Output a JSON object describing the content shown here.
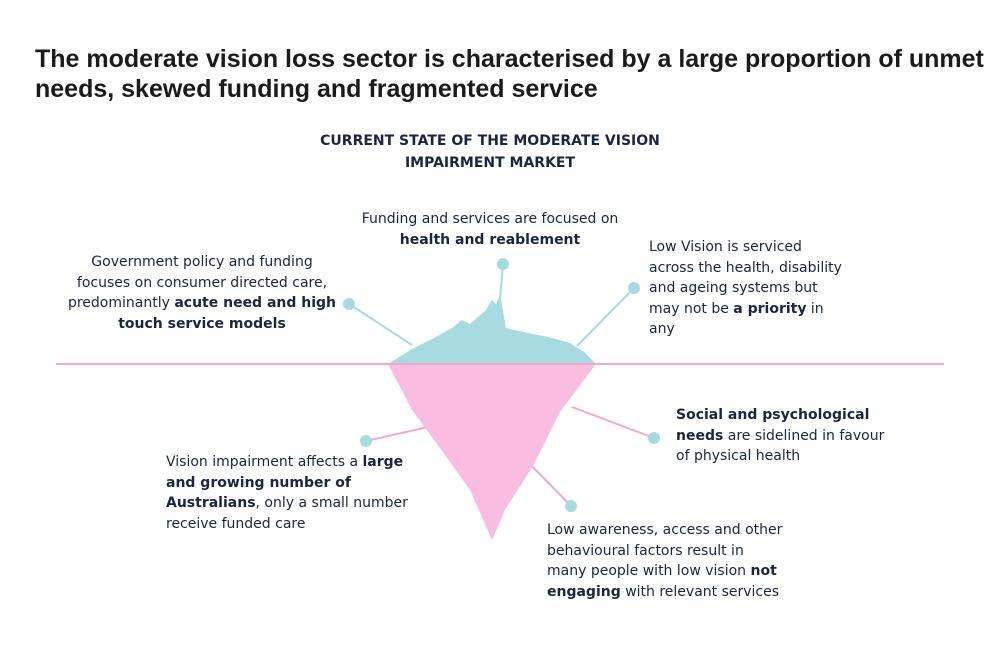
{
  "slide": {
    "title": "The moderate vision loss sector is characterised by a large proportion of unmet needs, skewed funding and fragmented service"
  },
  "diagram": {
    "title": "CURRENT STATE OF THE MODERATE VISION IMPAIRMENT MARKET",
    "colors": {
      "iceberg_top": "#a8dbe0",
      "iceberg_bottom": "#f8bde0",
      "waterline": "#f2a9cf",
      "connector_top": "#a8dbe0",
      "connector_bottom": "#f2a9cf",
      "dot": "#a8dbe0",
      "text": "#1c2540"
    },
    "callouts": {
      "top": {
        "pre": "Funding and services are focused on ",
        "bold": "health and reablement",
        "post": ""
      },
      "left": {
        "pre": "Government policy and funding focuses on consumer directed care, predominantly ",
        "bold": "acute need and high touch service models",
        "post": ""
      },
      "right": {
        "pre": "Low Vision is serviced across the health, disability and ageing systems but may not be ",
        "bold": "a priority",
        "post": " in any"
      },
      "social": {
        "pre": "",
        "bold": "Social and psychological needs",
        "post": " are sidelined in favour of physical health"
      },
      "vision": {
        "pre": "Vision impairment affects a ",
        "bold": "large and growing number of Australians",
        "post": ", only a small number receive funded care"
      },
      "awareness": {
        "pre": "Low awareness, access and other behavioural factors result in many people with low vision ",
        "bold": "not engaging",
        "post": " with relevant services"
      }
    }
  }
}
